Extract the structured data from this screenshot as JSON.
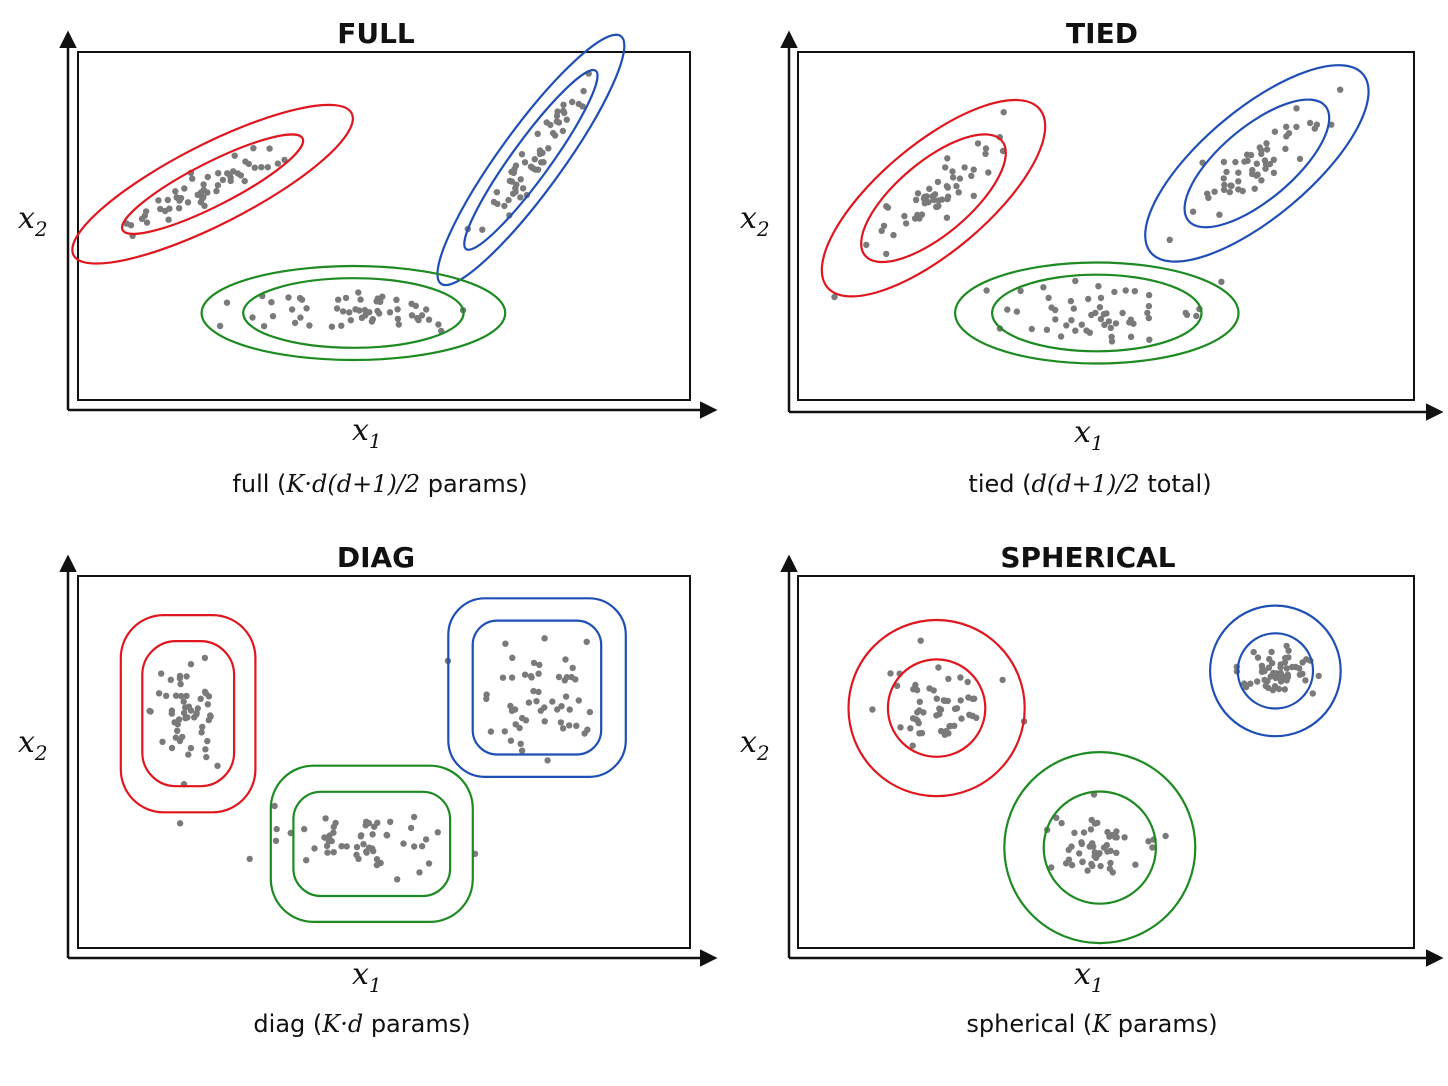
{
  "colors": {
    "red": "#e0161f",
    "blue": "#1f4fb5",
    "green": "#1e8a22",
    "points": "#7a7a7a",
    "ink": "#111111"
  },
  "axis_labels": {
    "x_main": "x",
    "x_sub": "1",
    "y_main": "x",
    "y_sub": "2"
  },
  "panels": [
    {
      "id": "full",
      "title": "FULL",
      "caption": {
        "prefix": "full (",
        "math": "K·d(d+1)/2",
        "suffix": " params)"
      },
      "clusters": [
        {
          "color": "red",
          "shape": "ellipse",
          "center": [
            0.22,
            0.38
          ],
          "rx": [
            0.165,
            0.255
          ],
          "ry": [
            0.062,
            0.115
          ],
          "angle": -27,
          "spread": [
            0.075,
            0.022
          ]
        },
        {
          "color": "blue",
          "shape": "ellipse",
          "center": [
            0.74,
            0.31
          ],
          "rx": [
            0.18,
            0.25
          ],
          "ry": [
            0.055,
            0.09
          ],
          "angle": -54,
          "spread": [
            0.08,
            0.02
          ]
        },
        {
          "color": "green",
          "shape": "ellipse",
          "center": [
            0.45,
            0.75
          ],
          "rx": [
            0.18,
            0.248
          ],
          "ry": [
            0.1,
            0.135
          ],
          "angle": 0,
          "spread": [
            0.095,
            0.035
          ]
        }
      ]
    },
    {
      "id": "tied",
      "title": "TIED",
      "caption": {
        "prefix": "tied (",
        "math": "d(d+1)/2",
        "suffix": " total)"
      },
      "clusters": [
        {
          "color": "red",
          "shape": "ellipse",
          "center": [
            0.22,
            0.42
          ],
          "rx": [
            0.145,
            0.225
          ],
          "ry": [
            0.105,
            0.155
          ],
          "angle": -40,
          "spread": [
            0.065,
            0.03
          ]
        },
        {
          "color": "blue",
          "shape": "ellipse",
          "center": [
            0.745,
            0.32
          ],
          "rx": [
            0.145,
            0.225
          ],
          "ry": [
            0.105,
            0.155
          ],
          "angle": -40,
          "spread": [
            0.065,
            0.03
          ]
        },
        {
          "color": "green",
          "shape": "ellipse",
          "center": [
            0.485,
            0.75
          ],
          "rx": [
            0.17,
            0.23
          ],
          "ry": [
            0.11,
            0.145
          ],
          "angle": 0,
          "spread": [
            0.09,
            0.035
          ]
        }
      ]
    },
    {
      "id": "diag",
      "title": "DIAG",
      "caption": {
        "prefix": "diag (",
        "math": "K·d",
        "suffix": " params)"
      },
      "clusters": [
        {
          "color": "red",
          "shape": "rounded",
          "center": [
            0.18,
            0.37
          ],
          "hw": [
            0.075,
            0.11
          ],
          "hh": [
            0.195,
            0.265
          ],
          "r": [
            0.055,
            0.07
          ],
          "spread": [
            0.03,
            0.09
          ]
        },
        {
          "color": "blue",
          "shape": "rounded",
          "center": [
            0.75,
            0.3
          ],
          "hw": [
            0.105,
            0.145
          ],
          "hh": [
            0.18,
            0.24
          ],
          "r": [
            0.04,
            0.06
          ],
          "spread": [
            0.055,
            0.08
          ]
        },
        {
          "color": "green",
          "shape": "rounded",
          "center": [
            0.48,
            0.72
          ],
          "hw": [
            0.128,
            0.165
          ],
          "hh": [
            0.14,
            0.21
          ],
          "r": [
            0.045,
            0.07
          ],
          "spread": [
            0.07,
            0.04
          ]
        }
      ]
    },
    {
      "id": "spherical",
      "title": "SPHERICAL",
      "caption": {
        "prefix": "spherical (",
        "math": "K",
        "suffix": " params)"
      },
      "clusters": [
        {
          "color": "red",
          "shape": "circle",
          "center": [
            0.225,
            0.355
          ],
          "r": [
            0.079,
            0.143
          ],
          "spread": [
            0.045,
            0.045
          ]
        },
        {
          "color": "blue",
          "shape": "circle",
          "center": [
            0.775,
            0.255
          ],
          "r": [
            0.061,
            0.106
          ],
          "spread": [
            0.03,
            0.03
          ]
        },
        {
          "color": "green",
          "shape": "circle",
          "center": [
            0.49,
            0.73
          ],
          "r": [
            0.091,
            0.155
          ],
          "spread": [
            0.05,
            0.05
          ]
        }
      ]
    }
  ]
}
